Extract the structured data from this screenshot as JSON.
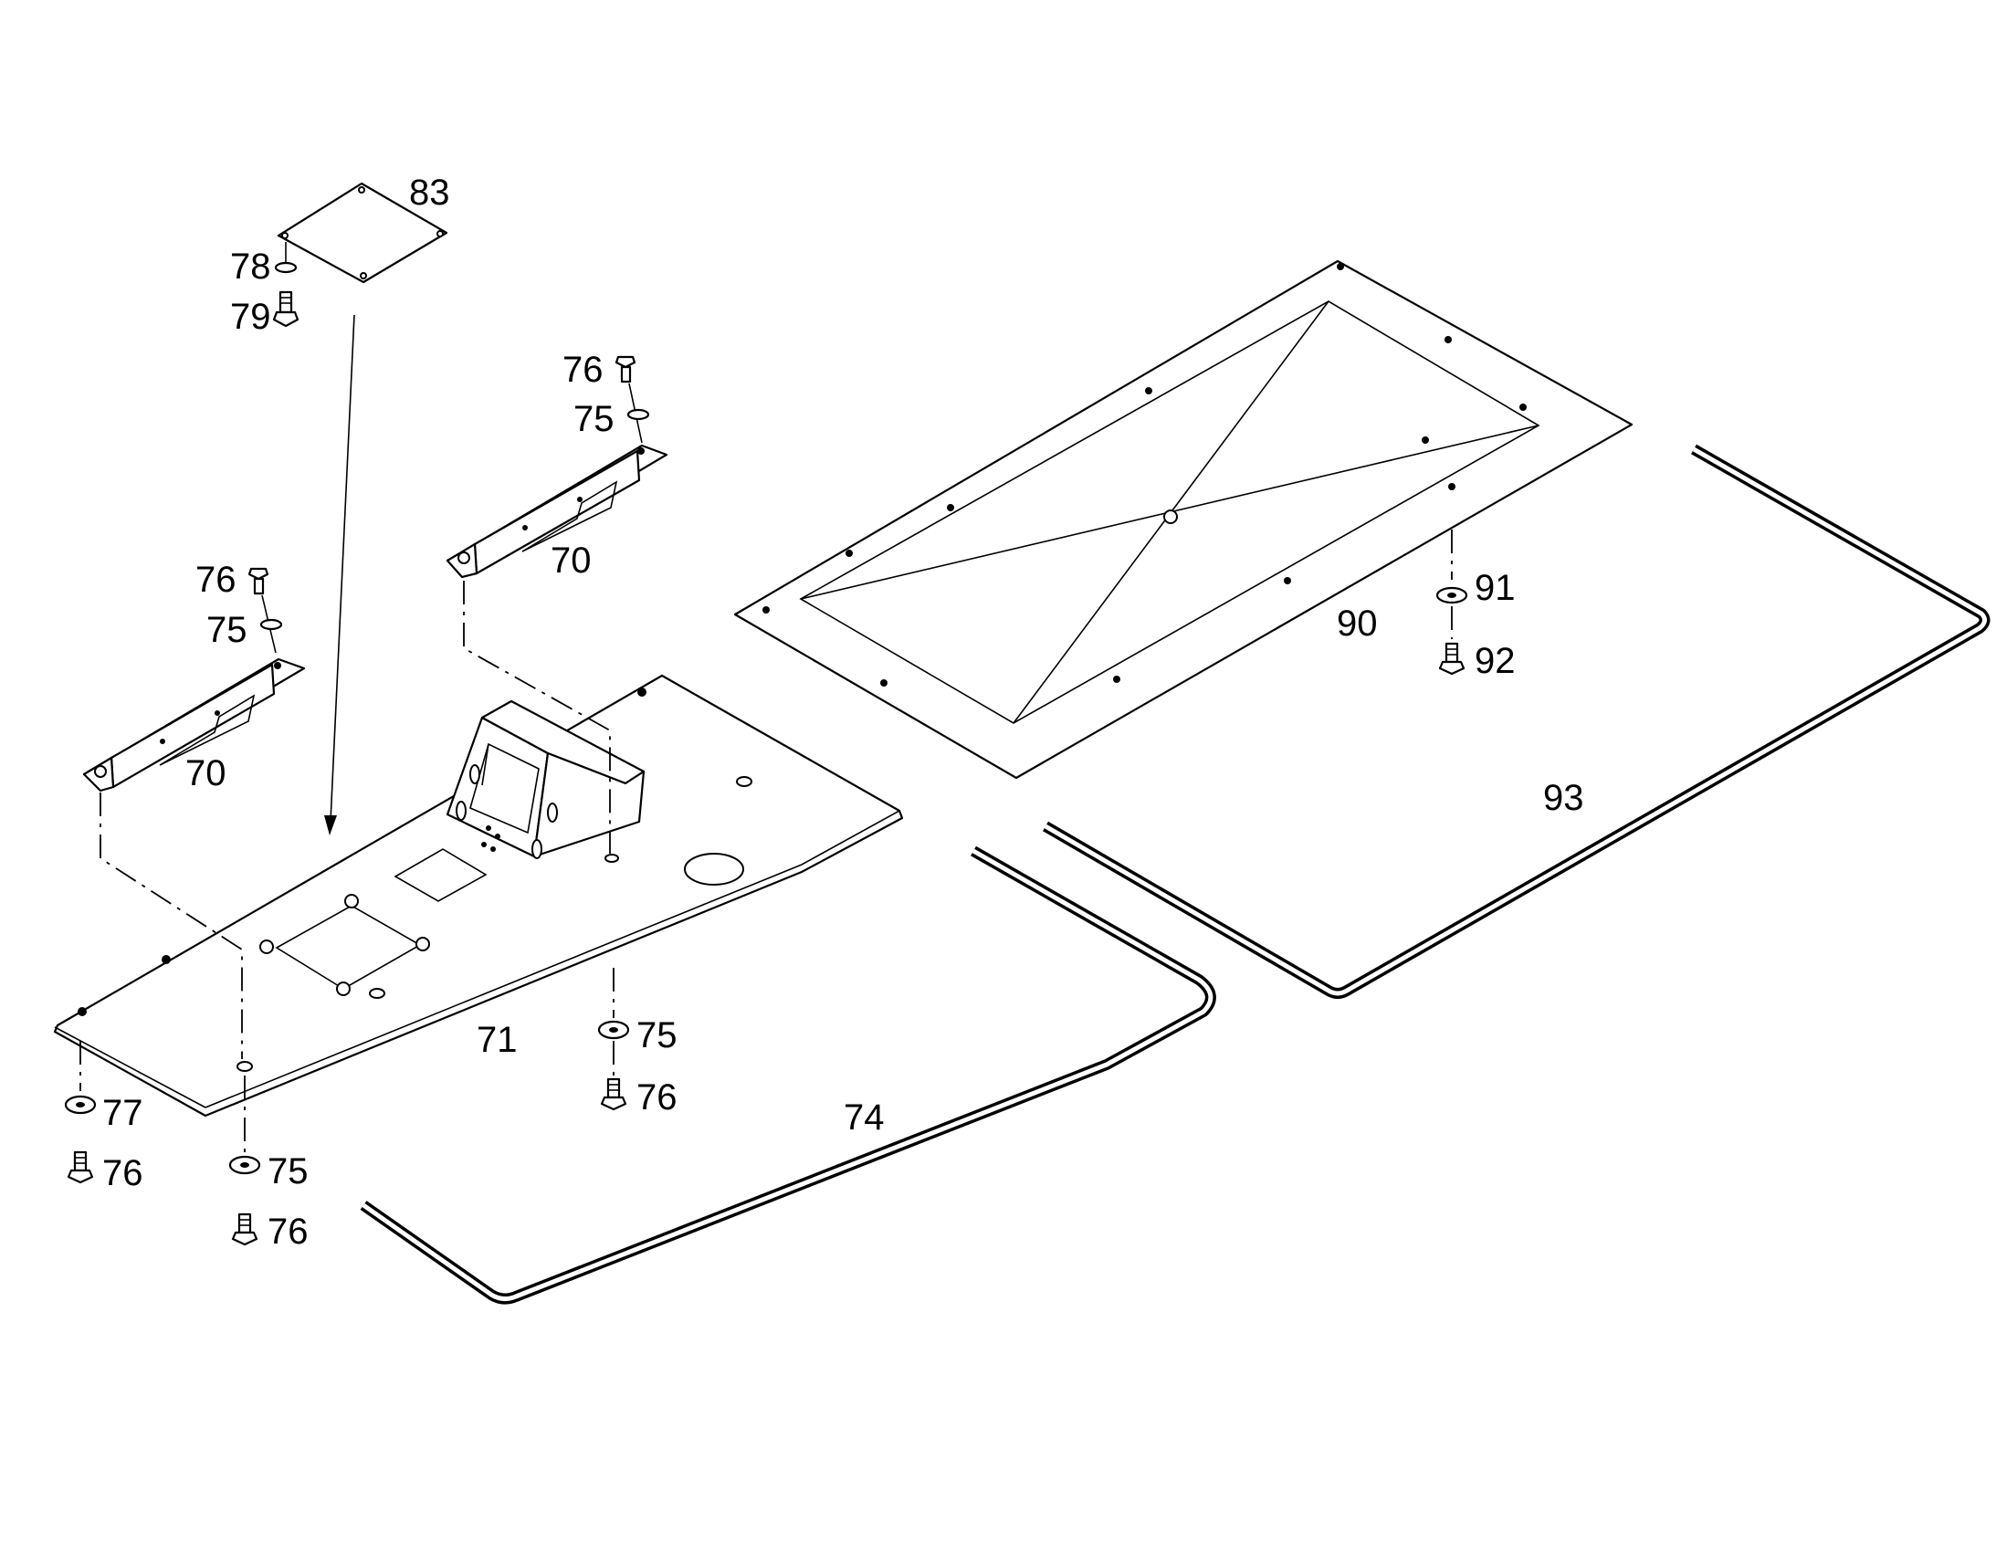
{
  "callouts": {
    "c83": "83",
    "c78": "78",
    "c79": "79",
    "c76_a": "76",
    "c75_a": "75",
    "c70_a": "70",
    "c76_b": "76",
    "c75_b": "75",
    "c70_b": "70",
    "c71": "71",
    "c75_c": "75",
    "c76_c": "76",
    "c77": "77",
    "c76_d": "76",
    "c75_d": "75",
    "c76_e": "76",
    "c74": "74",
    "c90": "90",
    "c91": "91",
    "c92": "92",
    "c93": "93"
  }
}
